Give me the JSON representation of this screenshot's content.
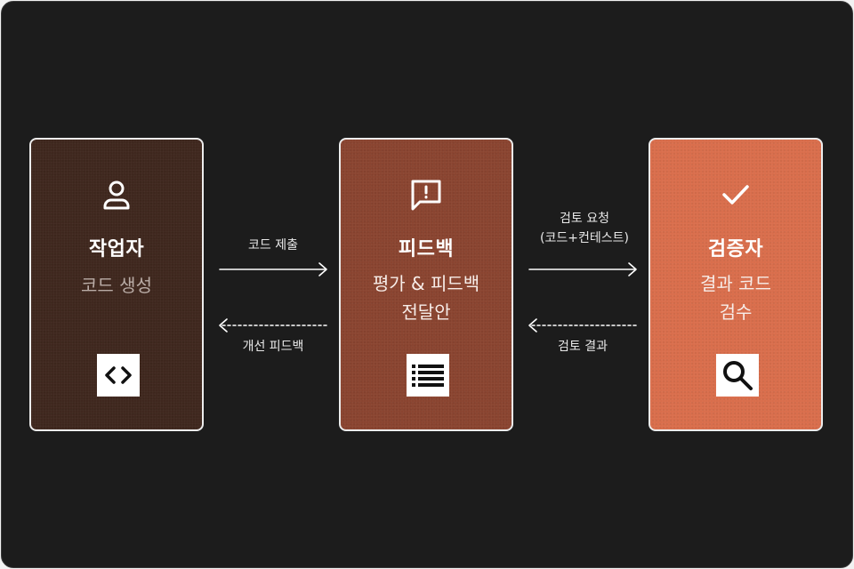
{
  "nodes": {
    "worker": {
      "title": "작업자",
      "subtitle": [
        "코드 생성"
      ],
      "top_icon": "person-icon",
      "bottom_icon": "code-icon",
      "color": "#3f271e"
    },
    "feedback": {
      "title": "피드백",
      "subtitle": [
        "평가 & 피드백",
        "전달안"
      ],
      "top_icon": "message-alert-icon",
      "bottom_icon": "list-icon",
      "color": "#8a4430"
    },
    "verifier": {
      "title": "검증자",
      "subtitle": [
        "결과 코드",
        "검수"
      ],
      "top_icon": "check-icon",
      "bottom_icon": "search-icon",
      "color": "#d96e4c"
    }
  },
  "edges": {
    "submit_code": {
      "label": "코드 제출",
      "from": "worker",
      "to": "feedback",
      "style": "solid"
    },
    "improve_feedback": {
      "label": "개선 피드백",
      "from": "feedback",
      "to": "worker",
      "style": "dashed"
    },
    "review_request": {
      "label": [
        "검토 요청",
        "(코드+컨테스트)"
      ],
      "from": "feedback",
      "to": "verifier",
      "style": "solid"
    },
    "review_result": {
      "label": "검토 결과",
      "from": "verifier",
      "to": "feedback",
      "style": "dashed"
    }
  }
}
